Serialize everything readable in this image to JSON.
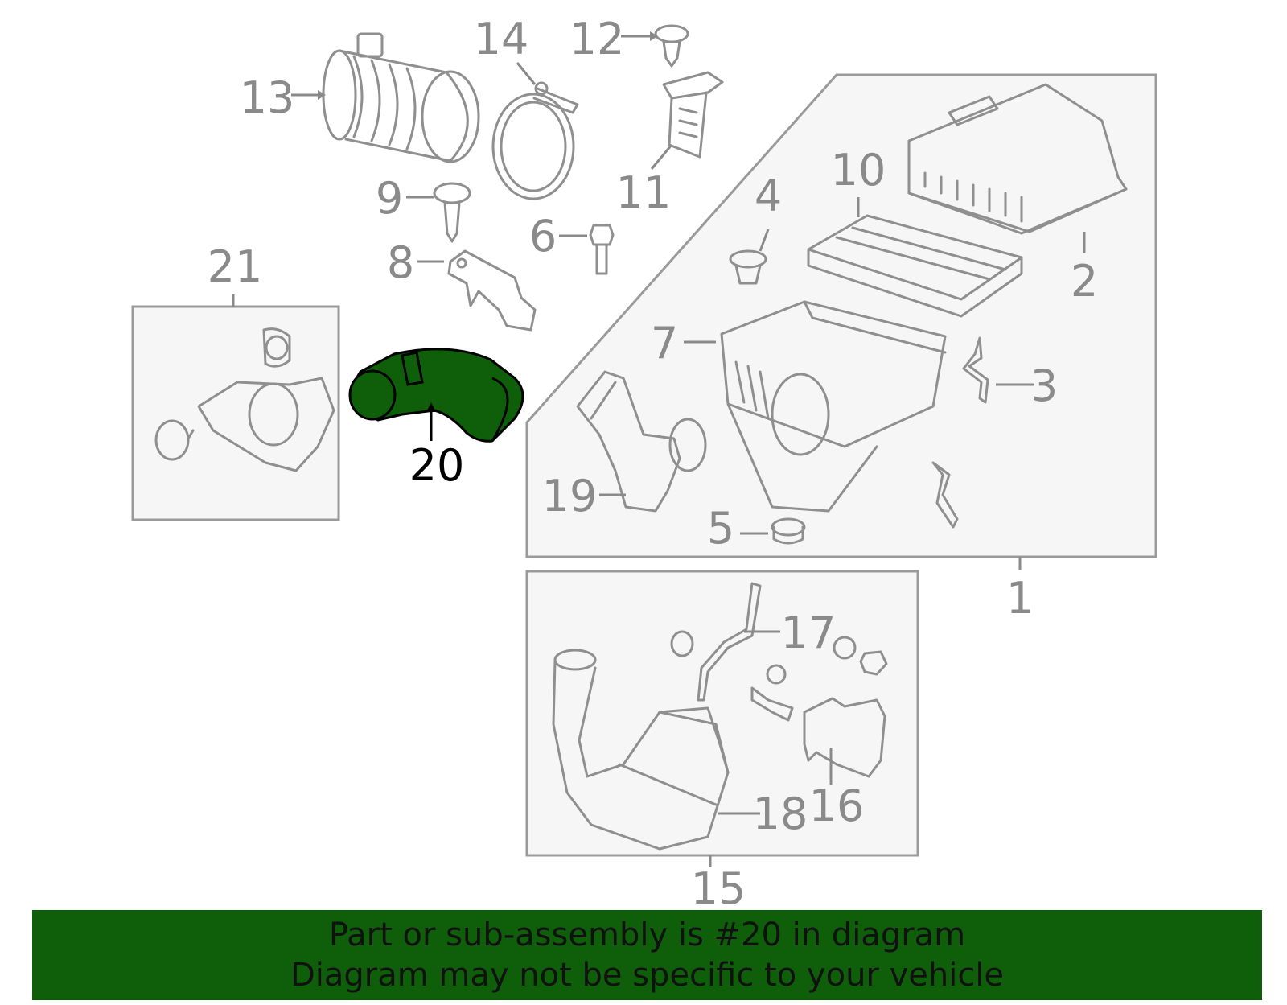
{
  "highlight_color": "#0f5f0a",
  "callouts": {
    "c1": "1",
    "c2": "2",
    "c3": "3",
    "c4": "4",
    "c5": "5",
    "c6": "6",
    "c7": "7",
    "c8": "8",
    "c9": "9",
    "c10": "10",
    "c11": "11",
    "c12": "12",
    "c13": "13",
    "c14": "14",
    "c15": "15",
    "c16": "16",
    "c17": "17",
    "c18": "18",
    "c19": "19",
    "c20": "20",
    "c21": "21"
  },
  "highlighted_part": "20",
  "banner": {
    "line1": "Part or sub-assembly is #20 in diagram",
    "line2": "Diagram may not be specific to your vehicle"
  }
}
